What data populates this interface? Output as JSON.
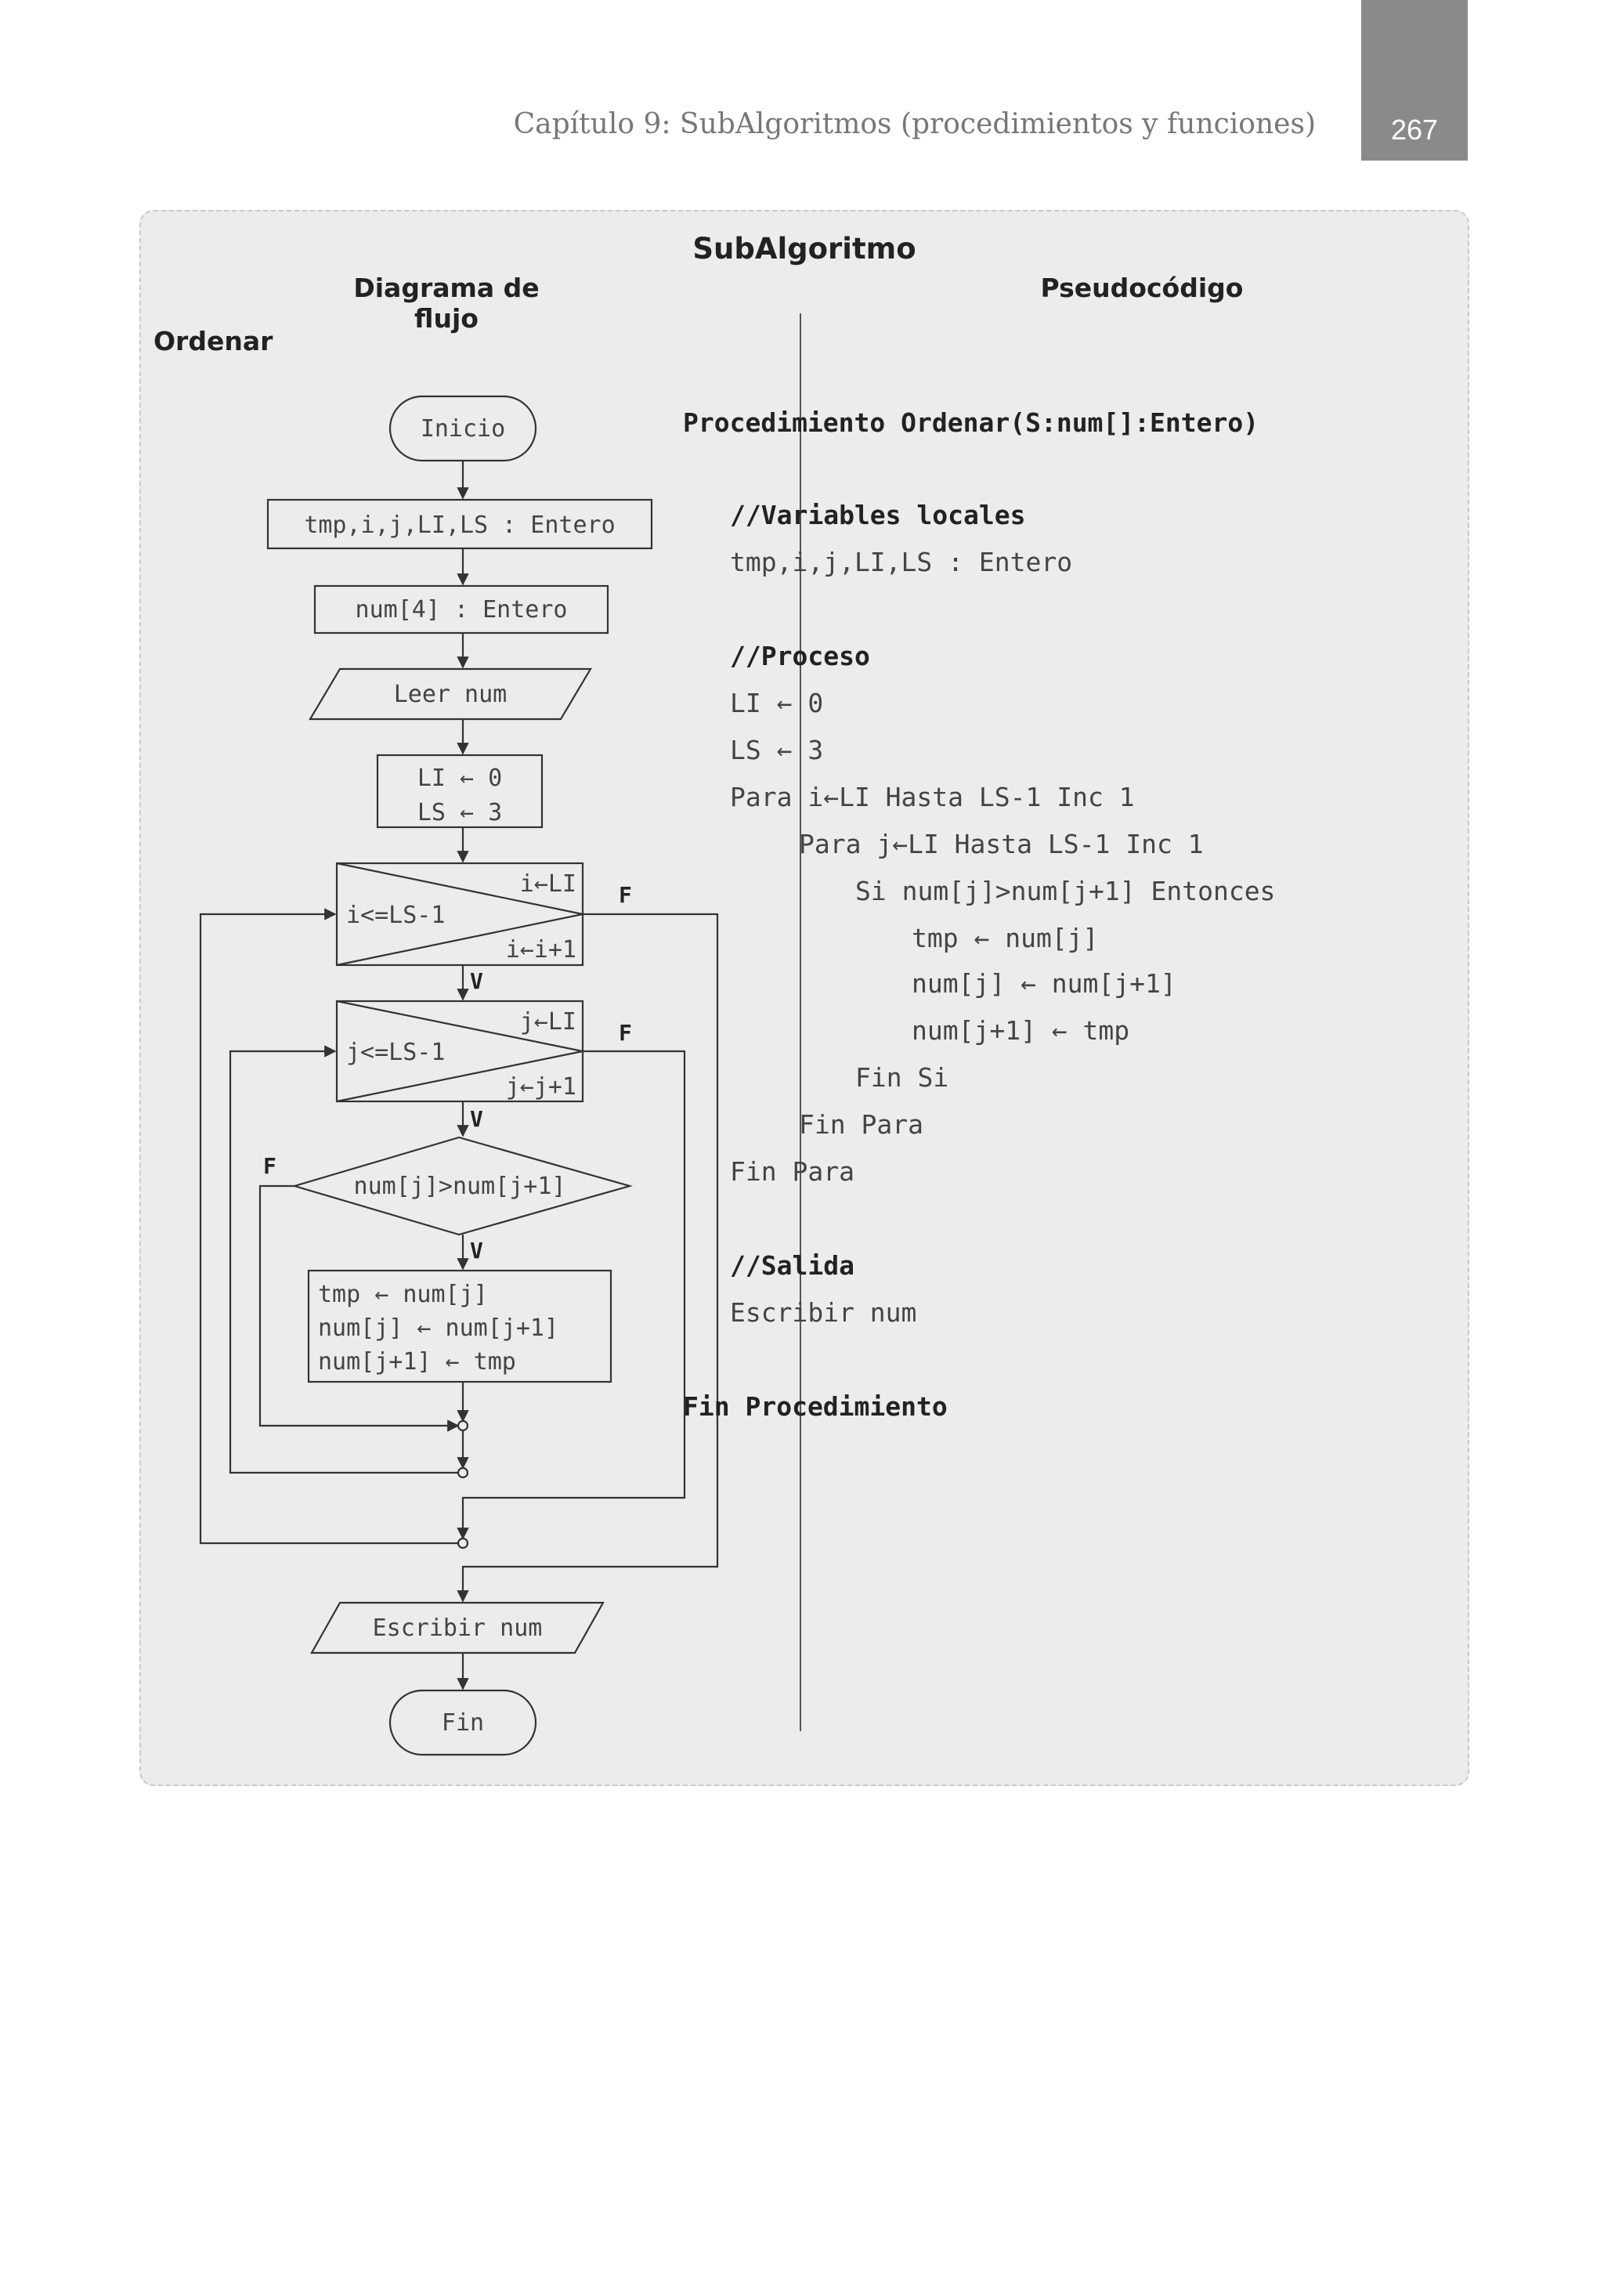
{
  "page_header": {
    "chapter_title": "Capítulo 9:  SubAlgoritmos (procedimientos y funciones)",
    "page_number": "267"
  },
  "panel": {
    "title": "SubAlgoritmo",
    "flow_heading": "Diagrama de flujo",
    "code_heading": "Pseudocódigo",
    "subalgorithm_name": "Ordenar"
  },
  "flowchart": {
    "start": "Inicio",
    "declare_vars": "tmp,i,j,LI,LS : Entero",
    "declare_array": "num[4] : Entero",
    "input": "Leer num",
    "assign_li": "LI ← 0",
    "assign_ls": "LS ← 3",
    "outer_loop": {
      "init": "i←LI",
      "cond": "i<=LS-1",
      "step": "i←i+1"
    },
    "inner_loop": {
      "init": "j←LI",
      "cond": "j<=LS-1",
      "step": "j←j+1"
    },
    "decision": "num[j]>num[j+1]",
    "swap": [
      "tmp ← num[j]",
      "num[j] ← num[j+1]",
      "num[j+1] ← tmp"
    ],
    "output": "Escribir num",
    "end": "Fin",
    "true_flag": "V",
    "false_flag": "F"
  },
  "pseudocode": [
    {
      "text": "Procedimiento Ordenar(S:num[]:Entero)",
      "indent": 0,
      "bold": true
    },
    {
      "text": "//Variables locales",
      "indent": 1,
      "bold": true
    },
    {
      "text": "tmp,i,j,LI,LS : Entero",
      "indent": 1,
      "bold": false
    },
    {
      "text": "//Proceso",
      "indent": 1,
      "bold": true
    },
    {
      "text": "LI ← 0",
      "indent": 1,
      "bold": false
    },
    {
      "text": "LS ← 3",
      "indent": 1,
      "bold": false
    },
    {
      "text": "Para i←LI Hasta LS-1 Inc 1",
      "indent": 1,
      "bold": false
    },
    {
      "text": "Para j←LI Hasta LS-1 Inc 1",
      "indent": 2,
      "bold": false
    },
    {
      "text": "Si num[j]>num[j+1] Entonces",
      "indent": 3,
      "bold": false
    },
    {
      "text": "tmp ← num[j]",
      "indent": 4,
      "bold": false
    },
    {
      "text": "num[j] ← num[j+1]",
      "indent": 4,
      "bold": false
    },
    {
      "text": "num[j+1] ← tmp",
      "indent": 4,
      "bold": false
    },
    {
      "text": "Fin Si",
      "indent": 3,
      "bold": false
    },
    {
      "text": "Fin Para",
      "indent": 2,
      "bold": false
    },
    {
      "text": "Fin Para",
      "indent": 1,
      "bold": false
    },
    {
      "text": "//Salida",
      "indent": 1,
      "bold": true
    },
    {
      "text": "Escribir num",
      "indent": 1,
      "bold": false
    },
    {
      "text": "Fin Procedimiento",
      "indent": 0,
      "bold": true
    }
  ]
}
